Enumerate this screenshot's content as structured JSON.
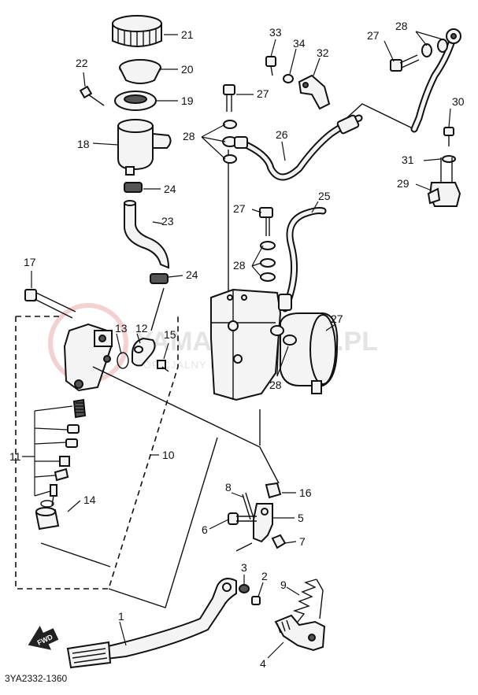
{
  "diagram_code": "3YA2332-1360",
  "watermark": {
    "main": "YAMAHASKLEP.PL",
    "sub": "OFICJALNY DEALER YAMAHA"
  },
  "fwd_label": "FWD",
  "callouts": {
    "c1": "1",
    "c2": "2",
    "c3": "3",
    "c4": "4",
    "c5": "5",
    "c6": "6",
    "c7": "7",
    "c8": "8",
    "c9": "9",
    "c10": "10",
    "c11": "11",
    "c12": "12",
    "c13": "13",
    "c14": "14",
    "c15": "15",
    "c16": "16",
    "c17": "17",
    "c18": "18",
    "c19": "19",
    "c20": "20",
    "c21": "21",
    "c22": "22",
    "c23": "23",
    "c24": "24",
    "c25": "25",
    "c26": "26",
    "c27": "27",
    "c28": "28",
    "c29": "29",
    "c30": "30",
    "c31": "31",
    "c32": "32",
    "c33": "33",
    "c34": "34"
  }
}
